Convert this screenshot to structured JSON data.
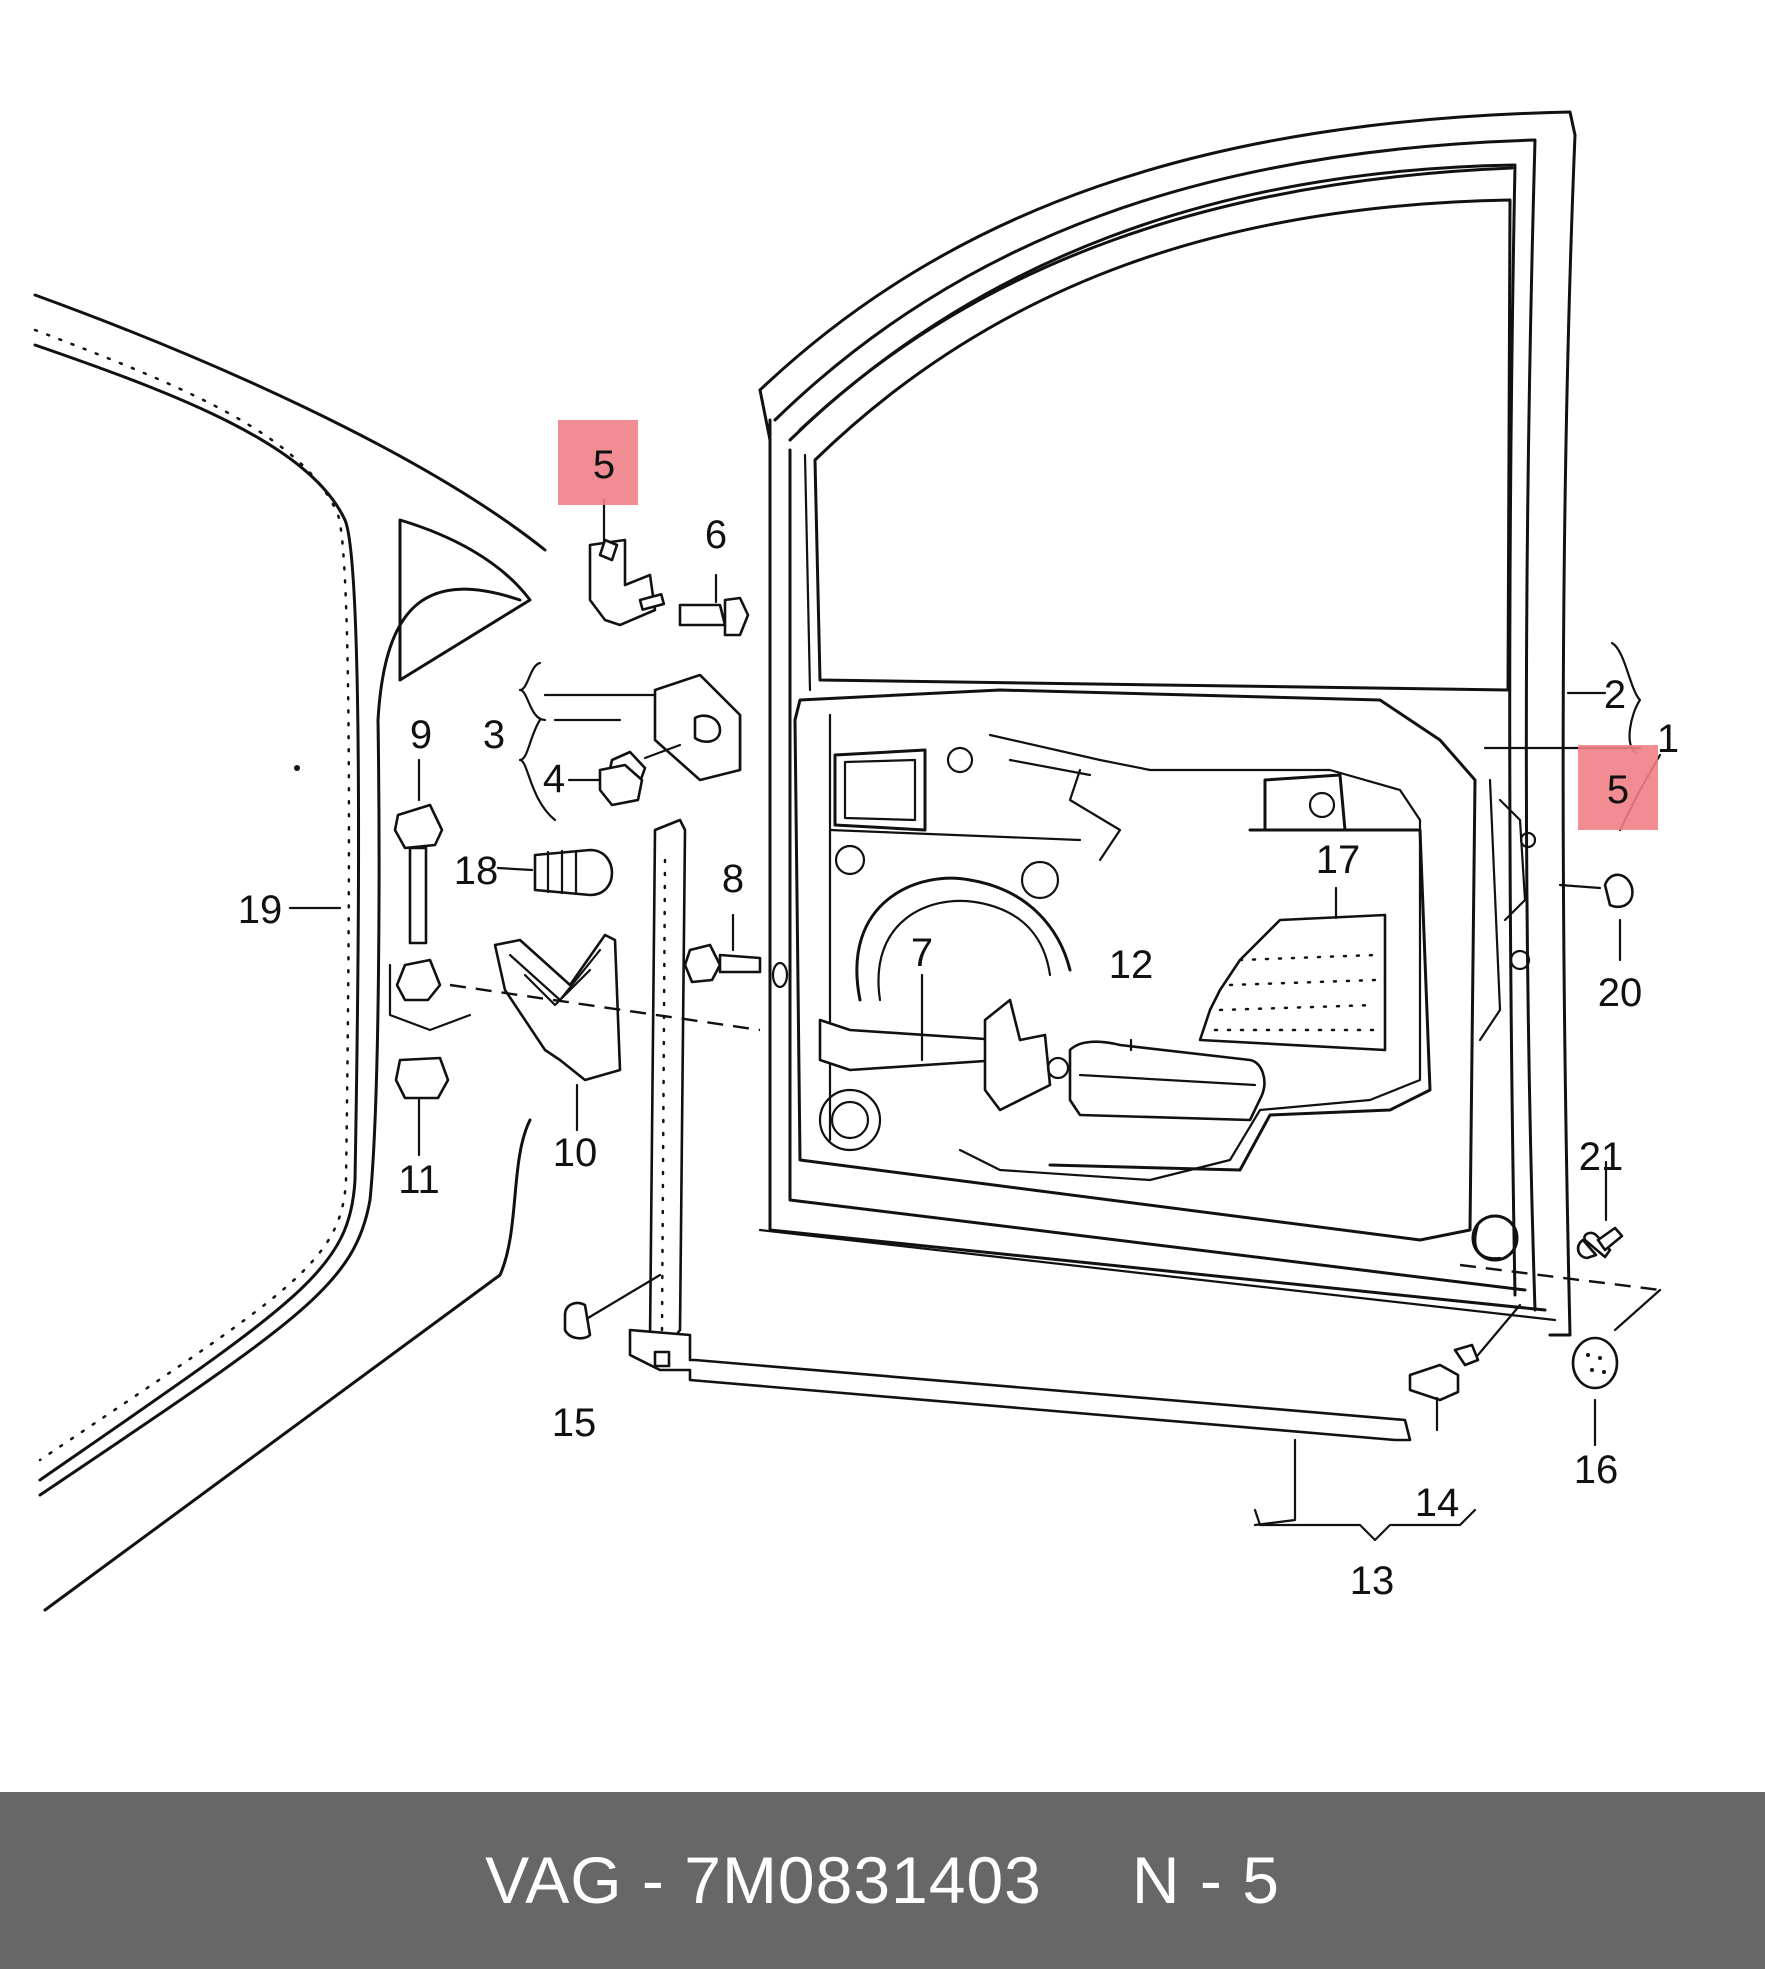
{
  "diagram": {
    "callouts": [
      {
        "id": "c1",
        "text": "1"
      },
      {
        "id": "c2",
        "text": "2"
      },
      {
        "id": "c3",
        "text": "3"
      },
      {
        "id": "c4",
        "text": "4"
      },
      {
        "id": "c5a",
        "text": "5",
        "highlighted": true
      },
      {
        "id": "c5b",
        "text": "5",
        "highlighted": true
      },
      {
        "id": "c6",
        "text": "6"
      },
      {
        "id": "c7",
        "text": "7"
      },
      {
        "id": "c8",
        "text": "8"
      },
      {
        "id": "c9",
        "text": "9"
      },
      {
        "id": "c10",
        "text": "10"
      },
      {
        "id": "c11",
        "text": "11"
      },
      {
        "id": "c12",
        "text": "12"
      },
      {
        "id": "c13",
        "text": "13"
      },
      {
        "id": "c14",
        "text": "14"
      },
      {
        "id": "c15",
        "text": "15"
      },
      {
        "id": "c16",
        "text": "16"
      },
      {
        "id": "c17",
        "text": "17"
      },
      {
        "id": "c18",
        "text": "18"
      },
      {
        "id": "c19",
        "text": "19"
      },
      {
        "id": "c20",
        "text": "20"
      },
      {
        "id": "c21",
        "text": "21"
      }
    ],
    "highlight_color": "#f07f86"
  },
  "footer": {
    "brand": "VAG",
    "separator": " - ",
    "part_number": "7M0831403",
    "position_label": "N - 5",
    "background_color": "#676767"
  }
}
